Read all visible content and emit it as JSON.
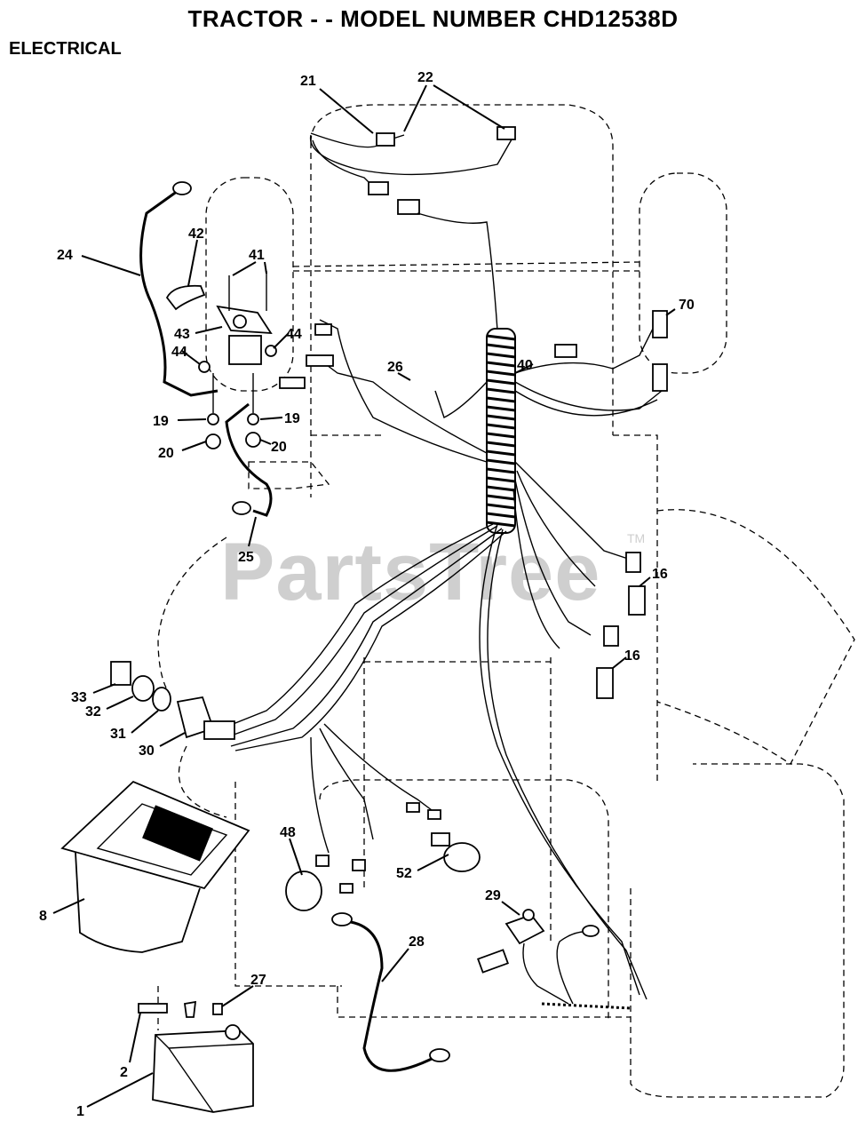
{
  "header": {
    "title": "TRACTOR - - MODEL NUMBER CHD12538D",
    "section": "ELECTRICAL"
  },
  "watermark": {
    "text": "PartsTree",
    "tm": "TM"
  },
  "callouts": {
    "c21": "21",
    "c22": "22",
    "c24": "24",
    "c42": "42",
    "c41": "41",
    "c43": "43",
    "c44a": "44",
    "c44b": "44",
    "c19a": "19",
    "c19b": "19",
    "c20a": "20",
    "c20b": "20",
    "c25": "25",
    "c26": "26",
    "c40": "40",
    "c70": "70",
    "c16a": "16",
    "c16b": "16",
    "c33": "33",
    "c32": "32",
    "c31": "31",
    "c30": "30",
    "c48": "48",
    "c52": "52",
    "c29": "29",
    "c28": "28",
    "c8": "8",
    "c27": "27",
    "c2": "2",
    "c1": "1"
  }
}
